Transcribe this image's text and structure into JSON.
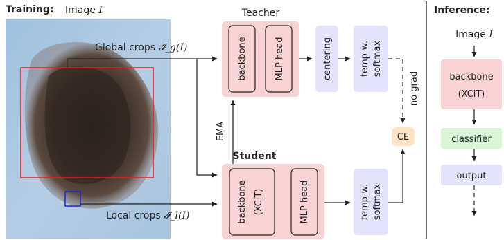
{
  "training": {
    "heading": "Training:",
    "image_label": "Image ",
    "image_symbol": "I",
    "global_crops_label": "Global crops ",
    "global_crops_symbol": "𝓘_g(I)",
    "local_crops_label": "Local crops ",
    "local_crops_symbol": "𝓘_l(I)",
    "teacher": {
      "title": "Teacher",
      "backbone": "backbone",
      "mlp_head": "MLP head",
      "centering": "centering",
      "softmax_line1": "temp-w.",
      "softmax_line2": "softmax"
    },
    "student": {
      "title": "Student",
      "backbone_line1": "backbone",
      "backbone_line2": "(XCiT)",
      "mlp_head": "MLP head",
      "softmax_line1": "temp-w.",
      "softmax_line2": "softmax"
    },
    "ema_label": "EMA",
    "no_grad_label": "no grad",
    "ce_label": "CE"
  },
  "inference": {
    "heading": "Inference:",
    "image_label": "Image ",
    "image_symbol": "I",
    "backbone_line1": "backbone",
    "backbone_line2": "(XCiT)",
    "classifier": "classifier",
    "output": "output"
  },
  "colors": {
    "teacher_student_fill": "#f9d3d3",
    "module_fill": "#e3e4fb",
    "classifier_fill": "#d9f6d6",
    "ce_fill": "#fde2c4",
    "global_crop_box": "#e02020",
    "local_crop_box": "#2020d0"
  }
}
